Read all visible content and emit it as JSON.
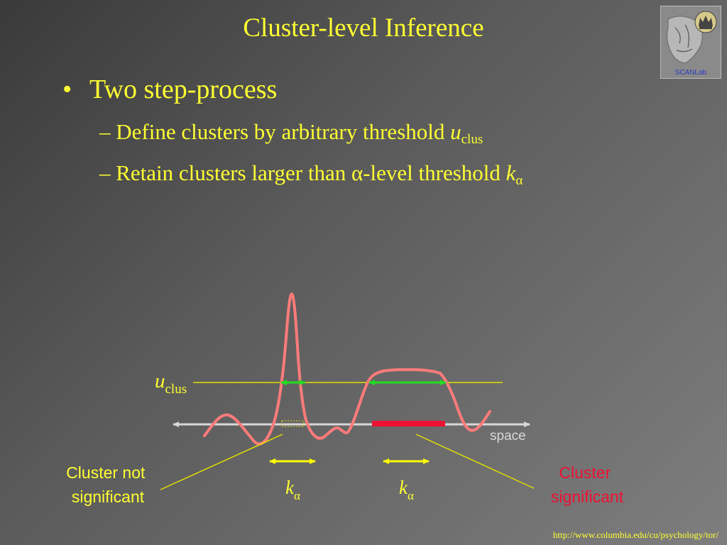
{
  "slide": {
    "title": "Cluster-level Inference",
    "bullet": "Two step-process",
    "sub_bullets": [
      {
        "prefix": "– Define clusters by arbitrary threshold ",
        "var": "u",
        "sub": "clus"
      },
      {
        "prefix": "– Retain clusters larger than α-level threshold ",
        "var": "k",
        "sub": "α"
      }
    ],
    "logo_text": "SCANLab",
    "footer_url": "http://www.columbia.edu/cu/psychology/tor/"
  },
  "diagram": {
    "threshold_var": "u",
    "threshold_sub": "clus",
    "axis_label": "space",
    "k_var": "k",
    "k_sub": "α",
    "left_label": [
      "Cluster not",
      "significant"
    ],
    "right_label": [
      "Cluster",
      "significant"
    ],
    "colors": {
      "title_text": "#ffff33",
      "curve": "#ff7b7b",
      "threshold_line": "#e0e000",
      "cluster_width_arrow": "#22dd22",
      "k_arrow": "#ffff00",
      "significant_bar": "#ee1133",
      "axis": "#d8d8d8",
      "axis_label": "#d8d8d8",
      "left_label": "#ffff33",
      "right_label": "#ee1133"
    }
  }
}
